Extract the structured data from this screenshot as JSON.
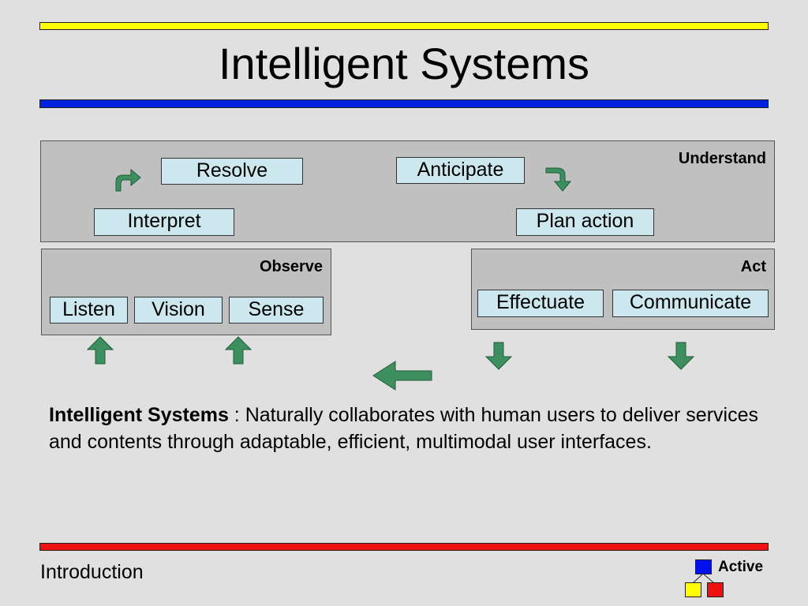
{
  "title": "Intelligent Systems",
  "colors": {
    "background": "#e0e0e0",
    "top_bar": "#ffff00",
    "title_rule": "#0022dd",
    "bottom_bar": "#ee1111",
    "panel": "#c0c0c0",
    "box": "#cce8ee",
    "arrow": "#3d8f5f"
  },
  "understand": {
    "title": "Understand",
    "boxes": [
      "Resolve",
      "Anticipate",
      "Interpret",
      "Plan action"
    ]
  },
  "observe": {
    "title": "Observe",
    "boxes": [
      "Listen",
      "Vision",
      "Sense"
    ]
  },
  "act": {
    "title": "Act",
    "boxes": [
      "Effectuate",
      "Communicate"
    ]
  },
  "arrows": {
    "icons": [
      "curved-up-right-arrow",
      "curved-down-right-arrow",
      "up-arrow",
      "down-arrow",
      "left-arrow"
    ]
  },
  "description": {
    "term": "Intelligent Systems",
    "text": " : Naturally collaborates with human users to deliver services and contents through adaptable, efficient, multimodal user interfaces."
  },
  "footer": {
    "section": "Introduction",
    "nav_label": "Active"
  }
}
